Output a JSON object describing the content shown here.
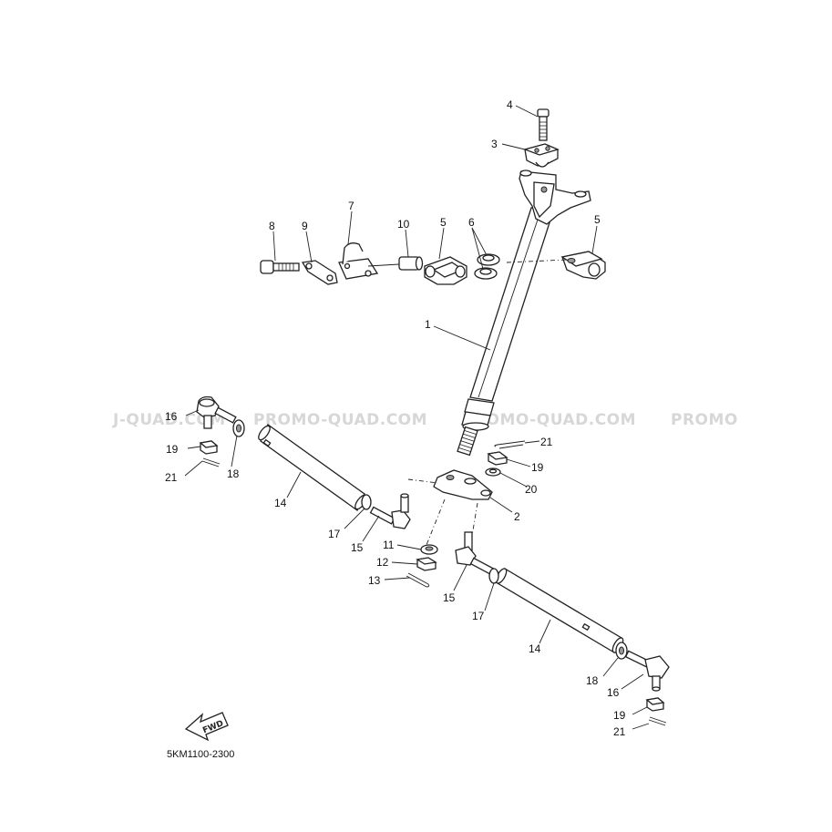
{
  "watermark": {
    "segments": [
      "J-QUAD.COM",
      "PROMO-QUAD.COM",
      "PROMO-QUAD.COM",
      "PROMO"
    ]
  },
  "diagram_code": "5KM1100-2300",
  "forward_arrow": "FWD",
  "callouts": {
    "c1": "1",
    "c2": "2",
    "c3": "3",
    "c4": "4",
    "c5a": "5",
    "c5b": "5",
    "c6": "6",
    "c7": "7",
    "c8": "8",
    "c9": "9",
    "c10": "10",
    "c11": "11",
    "c12": "12",
    "c13": "13",
    "c14a": "14",
    "c14b": "14",
    "c15a": "15",
    "c15b": "15",
    "c16a": "16",
    "c16b": "16",
    "c17a": "17",
    "c17b": "17",
    "c18a": "18",
    "c18b": "18",
    "c19a": "19",
    "c19b": "19",
    "c19c": "19",
    "c20": "20",
    "c21a": "21",
    "c21b": "21",
    "c21c": "21"
  }
}
